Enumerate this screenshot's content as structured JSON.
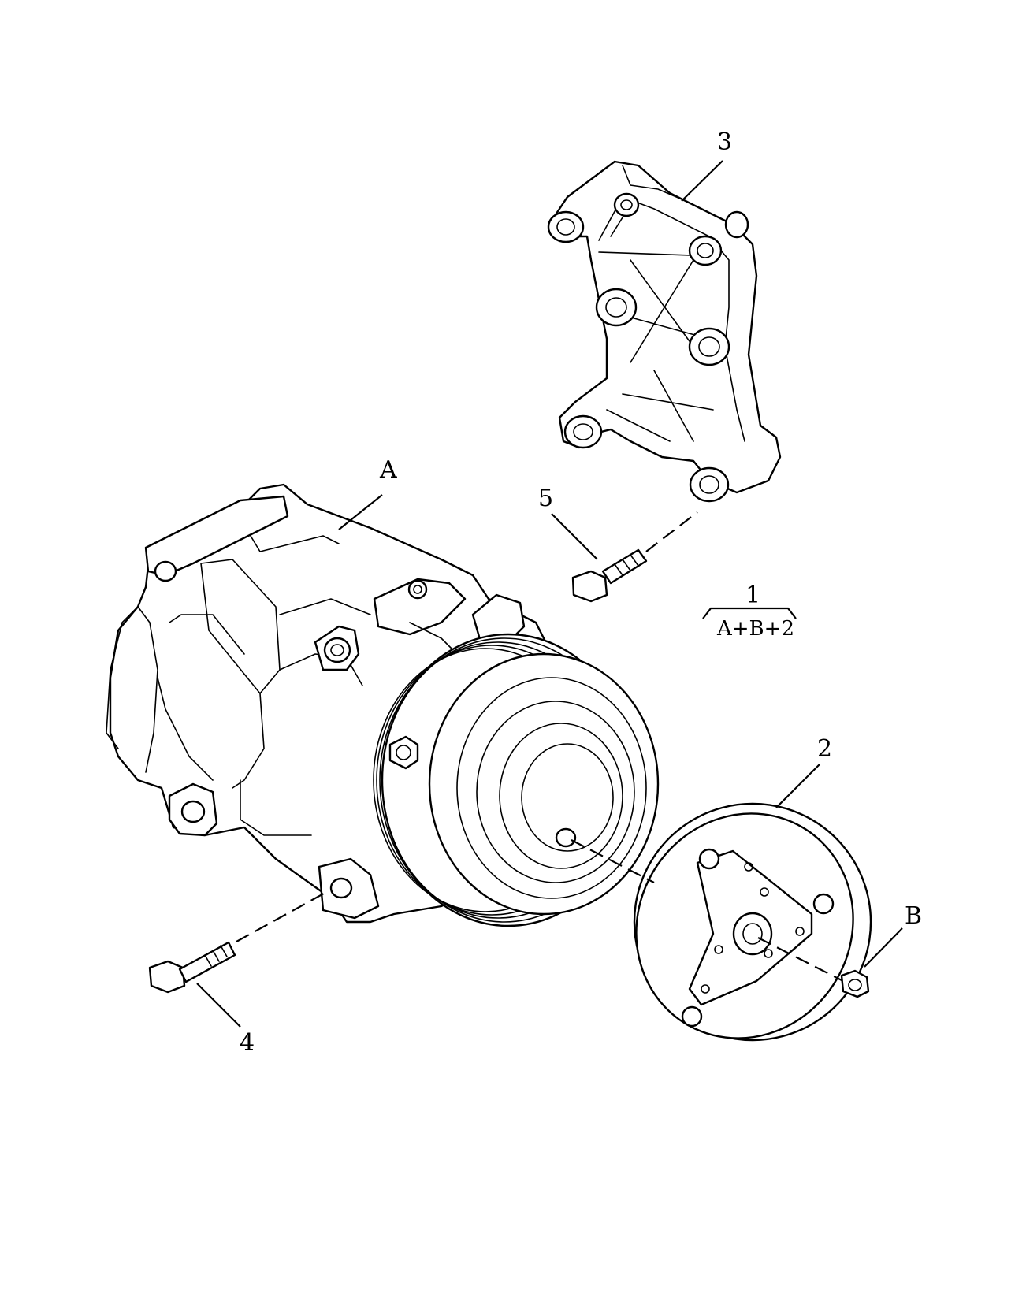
{
  "callouts": {
    "part1": "1",
    "part1_formula": "A+B+2",
    "part2": "2",
    "part3": "3",
    "part4": "4",
    "part5": "5",
    "partA": "A",
    "partB": "B"
  },
  "parts": [
    {
      "id": "A",
      "name": "compressor-assembly"
    },
    {
      "id": "B",
      "name": "clutch-nut"
    },
    {
      "id": "2",
      "name": "clutch-plate"
    },
    {
      "id": "3",
      "name": "mounting-bracket"
    },
    {
      "id": "4",
      "name": "lower-bolt"
    },
    {
      "id": "5",
      "name": "upper-bolt"
    }
  ],
  "colors": {
    "ink": "#000000",
    "paper": "#ffffff"
  }
}
